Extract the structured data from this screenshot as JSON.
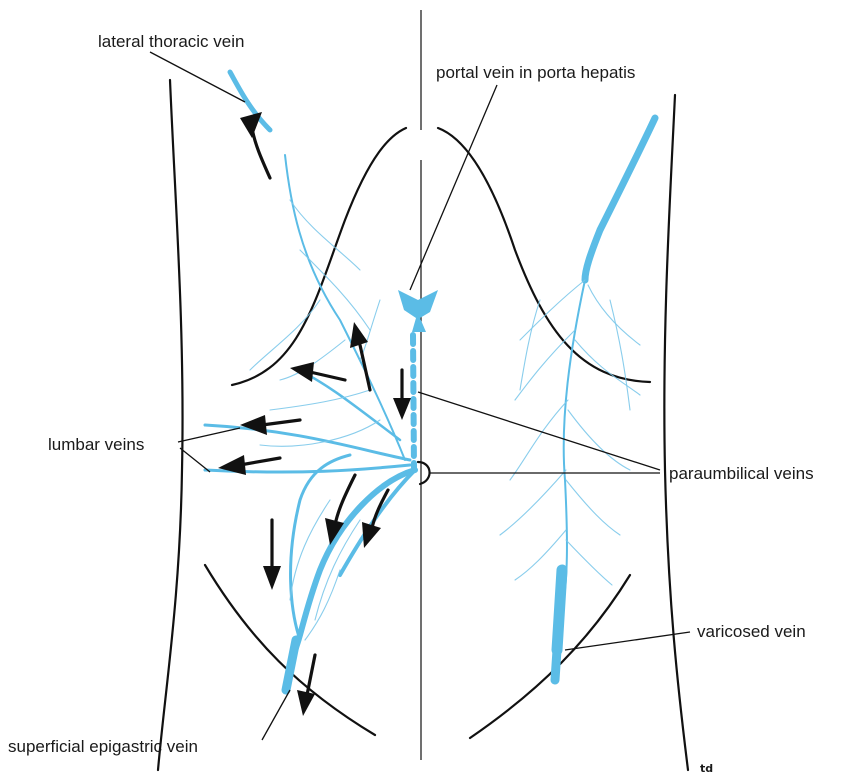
{
  "labels": {
    "lateral_thoracic_vein": "lateral thoracic vein",
    "portal_vein": "portal vein in porta hepatis",
    "lumbar_veins": "lumbar veins",
    "paraumbilical_veins": "paraumbilical veins",
    "varicosed_vein": "varicosed vein",
    "superficial_epigastric_vein": "superficial epigastric vein"
  },
  "signature": "td",
  "colors": {
    "vein": "#5bbce6",
    "outline": "#111111",
    "background": "#ffffff"
  }
}
